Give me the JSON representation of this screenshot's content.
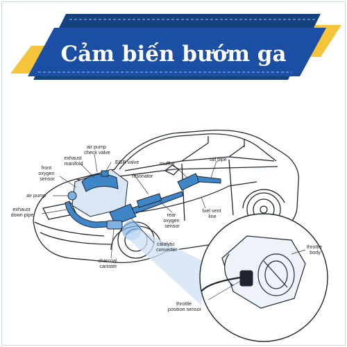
{
  "title": "Cảm biến bướm ga",
  "colors": {
    "banner_blue": "#1b4fa3",
    "banner_yellow": "#f4c43a",
    "exhaust_blue": "#3f86c8",
    "highlight_blue": "#7fb2e2",
    "outline": "#1e2430"
  },
  "labels": {
    "air_pump_check_valve": [
      "air pump",
      "check valve"
    ],
    "exhaust_manifold": [
      "exhaust",
      "manifold"
    ],
    "front_oxygen_sensor": [
      "front",
      "oxygen",
      "sensor"
    ],
    "egr_valve": "EGR valve",
    "muffler": "muffler",
    "tail_pipe": "tail pipe",
    "resonator": "resonator",
    "air_pump": "air pump",
    "exhaust_down_pipe": [
      "exhaust",
      "down pipe"
    ],
    "rear_oxygen_sensor": [
      "rear",
      "oxygen",
      "sensor"
    ],
    "fuel_vent_line": [
      "fuel vent",
      "line"
    ],
    "catalytic_converter": [
      "catalytic",
      "converter"
    ],
    "charcoal_canister": [
      "charcoal",
      "canister"
    ],
    "throttle_body": [
      "throttle",
      "body"
    ],
    "throttle_position_sensor": [
      "throttle",
      "position sensor"
    ]
  }
}
